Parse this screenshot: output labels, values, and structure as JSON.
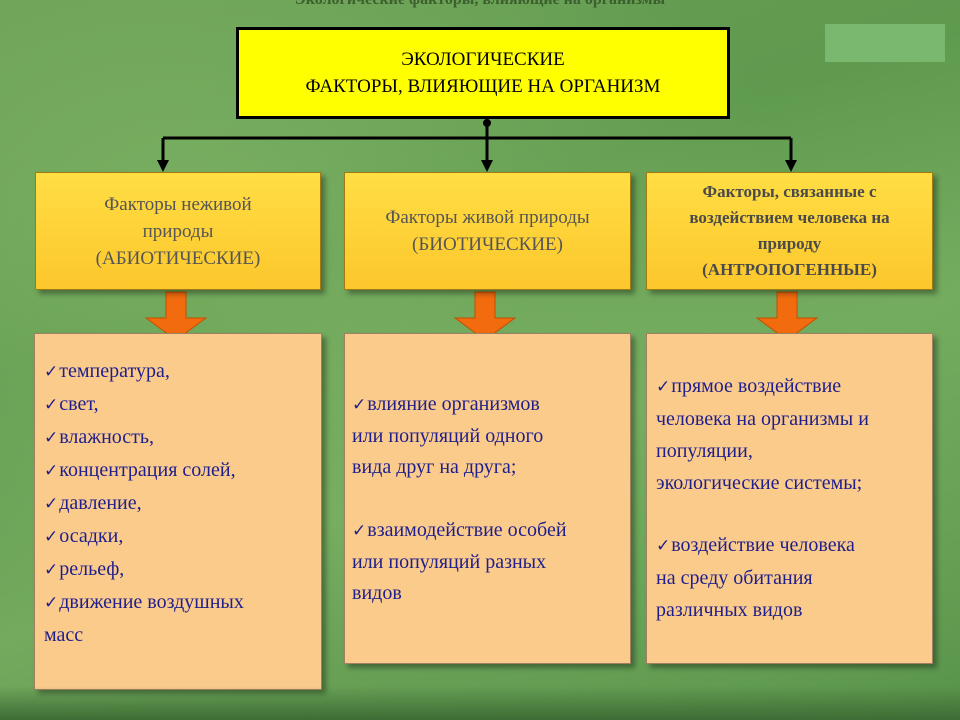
{
  "header_text": "Экологические факторы, влияющие на организмы",
  "title": {
    "line1": "ЭКОЛОГИЧЕСКИЕ",
    "line2": "ФАКТОРЫ, ВЛИЯЮЩИЕ НА ОРГАНИЗМ"
  },
  "categories": [
    {
      "lines": [
        "Факторы неживой",
        "природы",
        "(АБИОТИЧЕСКИЕ)"
      ],
      "items": [
        "температура,",
        "свет,",
        "влажность,",
        "концентрация солей,",
        "давление,",
        "осадки,",
        "рельеф,",
        "движение воздушных"
      ],
      "continuation": "масс"
    },
    {
      "lines": [
        "Факторы живой природы",
        "(БИОТИЧЕСКИЕ)"
      ],
      "items": [
        [
          "влияние организмов",
          "или популяций одного",
          "вида друг на друга;"
        ],
        [
          "взаимодействие особей",
          "или популяций разных",
          "видов"
        ]
      ]
    },
    {
      "lines": [
        "Факторы, связанные с",
        "воздействием человека на",
        "природу",
        "(АНТРОПОГЕННЫЕ)"
      ],
      "items": [
        [
          "прямое воздействие",
          "человека на организмы и",
          "популяции,",
          "экологические системы;"
        ],
        [
          "воздействие человека",
          "на среду обитания",
          "различных видов"
        ]
      ]
    }
  ],
  "colors": {
    "title_bg": "#ffff00",
    "category_bg": "#fcc72c",
    "list_bg": "#fbcb8c",
    "arrow": "#f26b0f",
    "list_text": "#1f1f8c"
  },
  "icons": {
    "check": "✓"
  }
}
